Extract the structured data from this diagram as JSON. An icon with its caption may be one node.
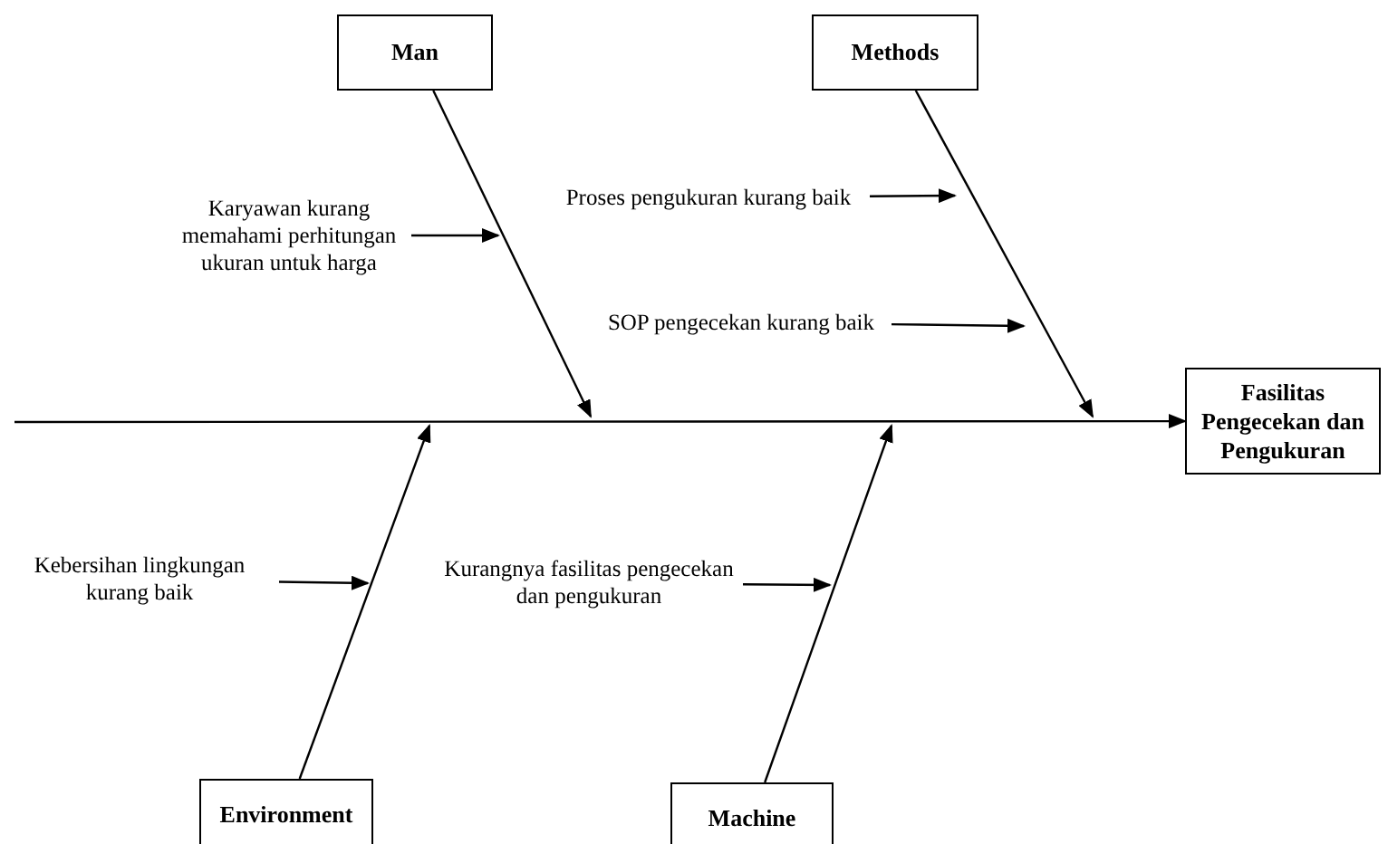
{
  "diagram": {
    "nodes": [
      {
        "text": [
          "Man"
        ]
      },
      {
        "text": [
          "Methods"
        ]
      },
      {
        "text": [
          "Fasilitas Pengecekan dan Pengukuran"
        ]
      },
      {
        "text": [
          "Environment"
        ]
      },
      {
        "text": [
          "Machine"
        ]
      },
      {
        "text": [
          "Karyawan kurang memahami perhitungan ukuran untuk harga"
        ]
      },
      {
        "text": [
          "Proses pengukuran kurang baik"
        ]
      },
      {
        "text": [
          "SOP pengecekan kurang baik"
        ]
      },
      {
        "text": [
          "Kebersihan lingkungan kurang baik"
        ]
      },
      {
        "text": [
          "Kurangnya fasilitas pengecekan dan pengukuran"
        ]
      }
    ],
    "edges": [
      {
        "from": null,
        "to": 2,
        "arrow": "to"
      },
      {
        "from": 0,
        "to": null,
        "arrow": "to"
      },
      {
        "from": 1,
        "to": null,
        "arrow": "to"
      },
      {
        "from": 3,
        "to": null,
        "arrow": "to"
      },
      {
        "from": 4,
        "to": null,
        "arrow": "to"
      },
      {
        "from": 5,
        "to": null,
        "arrow": "to"
      },
      {
        "from": 6,
        "to": null,
        "arrow": "to"
      },
      {
        "from": 7,
        "to": null,
        "arrow": "to"
      },
      {
        "from": 8,
        "to": null,
        "arrow": "to"
      },
      {
        "from": 9,
        "to": null,
        "arrow": "to"
      }
    ]
  }
}
